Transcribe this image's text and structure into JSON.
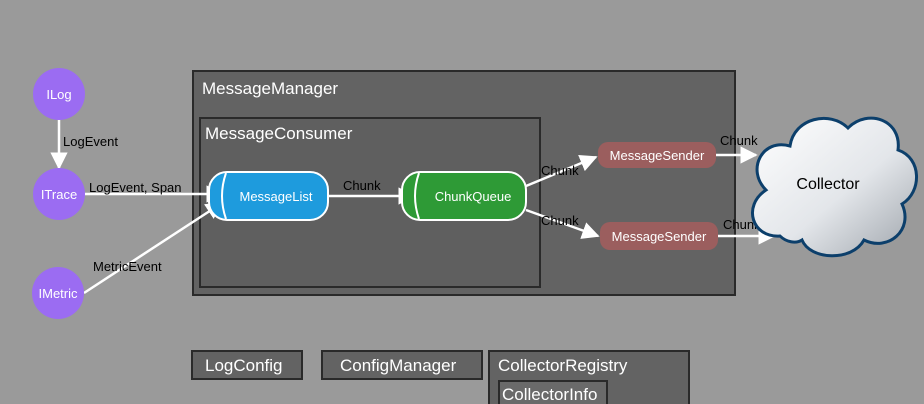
{
  "nodes": {
    "ilog": "ILog",
    "itrace": "ITrace",
    "imetric": "IMetric",
    "message_list": "MessageList",
    "chunk_queue": "ChunkQueue",
    "sender_top": "MessageSender",
    "sender_bottom": "MessageSender",
    "collector": "Collector"
  },
  "containers": {
    "message_manager": "MessageManager",
    "message_consumer": "MessageConsumer",
    "log_config": "LogConfig",
    "config_manager": "ConfigManager",
    "collector_registry": "CollectorRegistry",
    "collector_info": "CollectorInfo"
  },
  "edges": {
    "ilog_itrace": "LogEvent",
    "itrace_list": "LogEvent, Span",
    "imetric_list": "MetricEvent",
    "list_queue": "Chunk",
    "queue_sender_top": "Chunk",
    "queue_sender_bottom": "Chunk",
    "sender_top_collector": "Chunk",
    "sender_bottom_collector": "Chunk"
  },
  "colors": {
    "background": "#9a9a9a",
    "container": "#636363",
    "node_purple": "#9b6cf2",
    "list_blue": "#1e9bdd",
    "queue_green": "#2e9a36",
    "sender": "#9b5e5e",
    "cloud_stroke": "#0c3f6b"
  }
}
